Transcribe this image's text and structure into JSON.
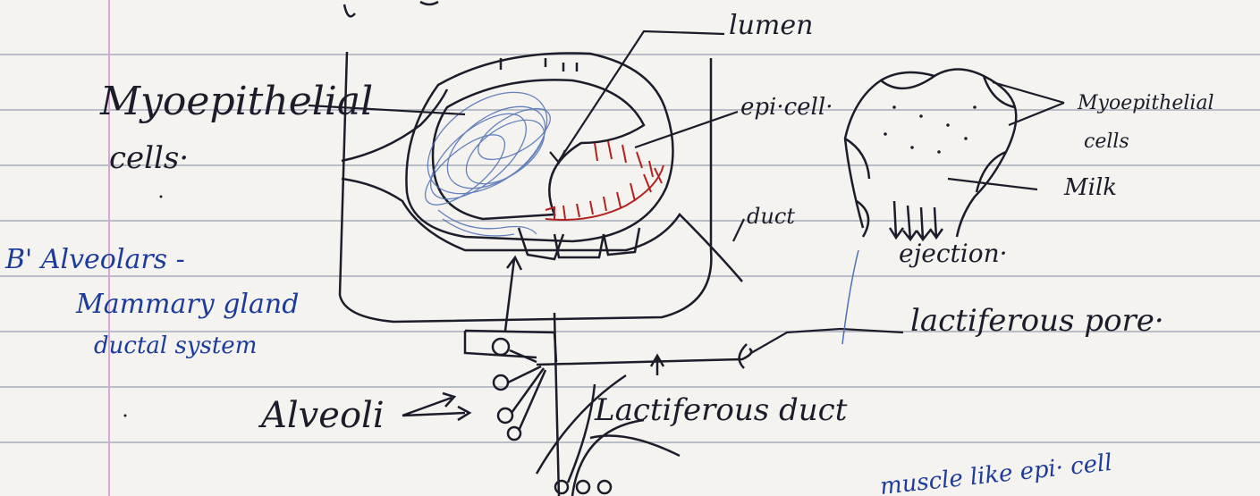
{
  "labels": {
    "lumen": "lumen",
    "epi_cell": "epi·cell·",
    "myoepithelial_left_line1": "Myoepithelial",
    "myoepithelial_left_line2": "cells·",
    "myoepithelial_right_line1": "Myoepithelial",
    "myoepithelial_right_line2": "cells",
    "milk": "Milk",
    "duct": "duct",
    "ejection": "ejection·",
    "lactiferous_pore": "lactiferous pore·",
    "lactiferous_duct": "Lactiferous duct",
    "alveoli": "Alveoli"
  },
  "notes": {
    "heading": "B' Alveolars -",
    "line2": "Mammary gland",
    "line3": "ductal system",
    "bottom_note": "muscle like epi· cell"
  },
  "colors": {
    "ink": "#1c1c2a",
    "blue_ink": "#1d3b9a",
    "red_ink": "#b3201e",
    "rule_line": "#b9bdc6",
    "margin_line": "#d9a6d6"
  }
}
